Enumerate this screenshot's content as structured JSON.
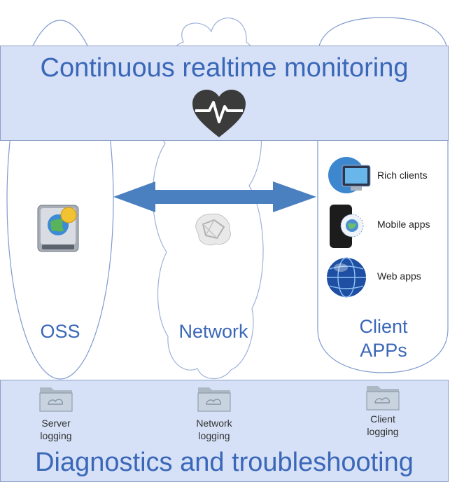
{
  "top_band": {
    "title": "Continuous realtime monitoring"
  },
  "columns": {
    "oss": "OSS",
    "network": "Network",
    "client_apps": "Client\nAPPs"
  },
  "client_items": [
    {
      "label": "Rich clients",
      "icon": "desktop-client-icon"
    },
    {
      "label": "Mobile apps",
      "icon": "mobile-phone-icon"
    },
    {
      "label": "Web apps",
      "icon": "globe-icon"
    }
  ],
  "bottom_band": {
    "title": "Diagnostics and troubleshooting",
    "logs": [
      {
        "label": "Server\nlogging",
        "icon": "folder-icon"
      },
      {
        "label": "Network\nlogging",
        "icon": "folder-icon"
      },
      {
        "label": "Client\nlogging",
        "icon": "folder-icon"
      }
    ]
  },
  "colors": {
    "band_fill": "#d6e1f7",
    "title_text": "#3a67b8",
    "arrow": "#4a7fc0",
    "outline": "#7f9bcf"
  }
}
